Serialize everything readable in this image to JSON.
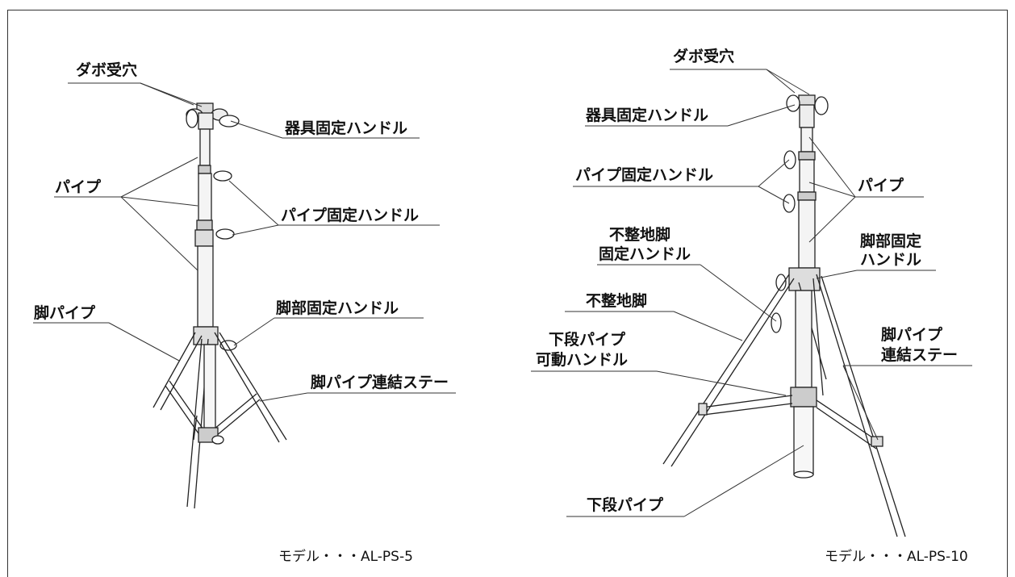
{
  "left_stand": {
    "labels": {
      "dowel_hole": "ダボ受穴",
      "fixture_handle": "器具固定ハンドル",
      "pipe": "パイプ",
      "pipe_handle": "パイプ固定ハンドル",
      "leg_pipe": "脚パイプ",
      "leg_handle": "脚部固定ハンドル",
      "leg_stay": "脚パイプ連結ステー"
    },
    "model": "モデル・・・AL-PS-5"
  },
  "right_stand": {
    "labels": {
      "dowel_hole": "ダボ受穴",
      "fixture_handle": "器具固定ハンドル",
      "pipe_handle": "パイプ固定ハンドル",
      "pipe": "パイプ",
      "uneven_leg_handle_1": "不整地脚",
      "uneven_leg_handle_2": "固定ハンドル",
      "leg_handle_1": "脚部固定",
      "leg_handle_2": "ハンドル",
      "uneven_leg": "不整地脚",
      "lower_pipe_handle_1": "下段パイプ",
      "lower_pipe_handle_2": "可動ハンドル",
      "leg_stay_1": "脚パイプ",
      "leg_stay_2": "連結ステー",
      "lower_pipe": "下段パイプ"
    },
    "model": "モデル・・・AL-PS-10"
  }
}
